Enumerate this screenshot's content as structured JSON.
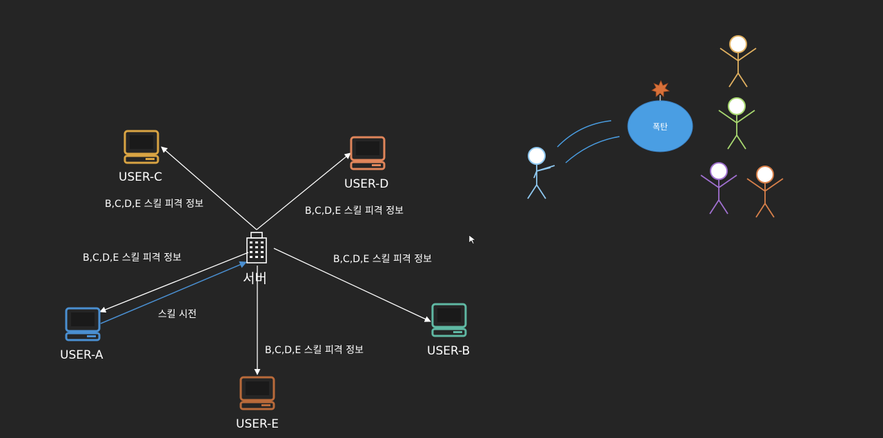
{
  "server": {
    "label": "서버"
  },
  "users": [
    {
      "id": "a",
      "label": "USER-A",
      "color": "#4a8fd1"
    },
    {
      "id": "b",
      "label": "USER-B",
      "color": "#5fb8a3"
    },
    {
      "id": "c",
      "label": "USER-C",
      "color": "#d9a443"
    },
    {
      "id": "d",
      "label": "USER-D",
      "color": "#e0855a"
    },
    {
      "id": "e",
      "label": "USER-E",
      "color": "#b96a3a"
    }
  ],
  "edges": {
    "to_a": "B,C,D,E 스킬 피격 정보",
    "to_b": "B,C,D,E 스킬 피격 정보",
    "to_c": "B,C,D,E 스킬 피격 정보",
    "to_d": "B,C,D,E 스킬 피격 정보",
    "to_e": "B,C,D,E 스킬 피격 정보",
    "a_to_server": "스킬 시전"
  },
  "scene": {
    "bomb_label": "폭탄",
    "bomb_color": "#4a9ee3",
    "thrower_color": "#8fc8f0",
    "targets": [
      {
        "color": "#e0b060"
      },
      {
        "color": "#a8d870"
      },
      {
        "color": "#a070d0"
      },
      {
        "color": "#d8804a"
      }
    ]
  }
}
